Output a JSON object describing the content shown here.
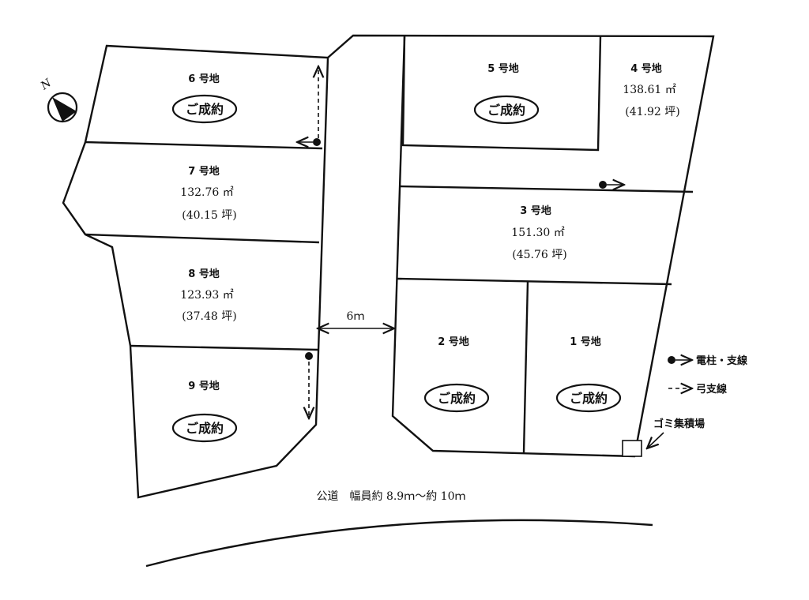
{
  "lots": [
    {
      "id": "6",
      "label": "6 号地",
      "sold": "ご成約"
    },
    {
      "id": "7",
      "label": "7 号地",
      "area": "132.76 ㎡",
      "tsubo": "(40.15 坪)"
    },
    {
      "id": "8",
      "label": "8 号地",
      "area": "123.93 ㎡",
      "tsubo": "(37.48 坪)"
    },
    {
      "id": "9",
      "label": "9 号地",
      "sold": "ご成約"
    },
    {
      "id": "5",
      "label": "5 号地",
      "sold": "ご成約"
    },
    {
      "id": "4",
      "label": "4 号地",
      "area": "138.61 ㎡",
      "tsubo": "(41.92 坪)"
    },
    {
      "id": "3",
      "label": "3 号地",
      "area": "151.30 ㎡",
      "tsubo": "(45.76 坪)"
    },
    {
      "id": "2",
      "label": "2 号地",
      "sold": "ご成約"
    },
    {
      "id": "1",
      "label": "1 号地",
      "sold": "ご成約"
    }
  ],
  "road": {
    "width_label": "6ｍ",
    "public_road": "公道　幅員約 8.9ｍ～約 10ｍ"
  },
  "legend": {
    "pole": "電柱・支線",
    "bow": "弓支線",
    "garbage": "ゴミ集積場"
  },
  "compass": {
    "letter": "N"
  },
  "colors": {
    "ink": "#111111",
    "background": "#ffffff"
  }
}
